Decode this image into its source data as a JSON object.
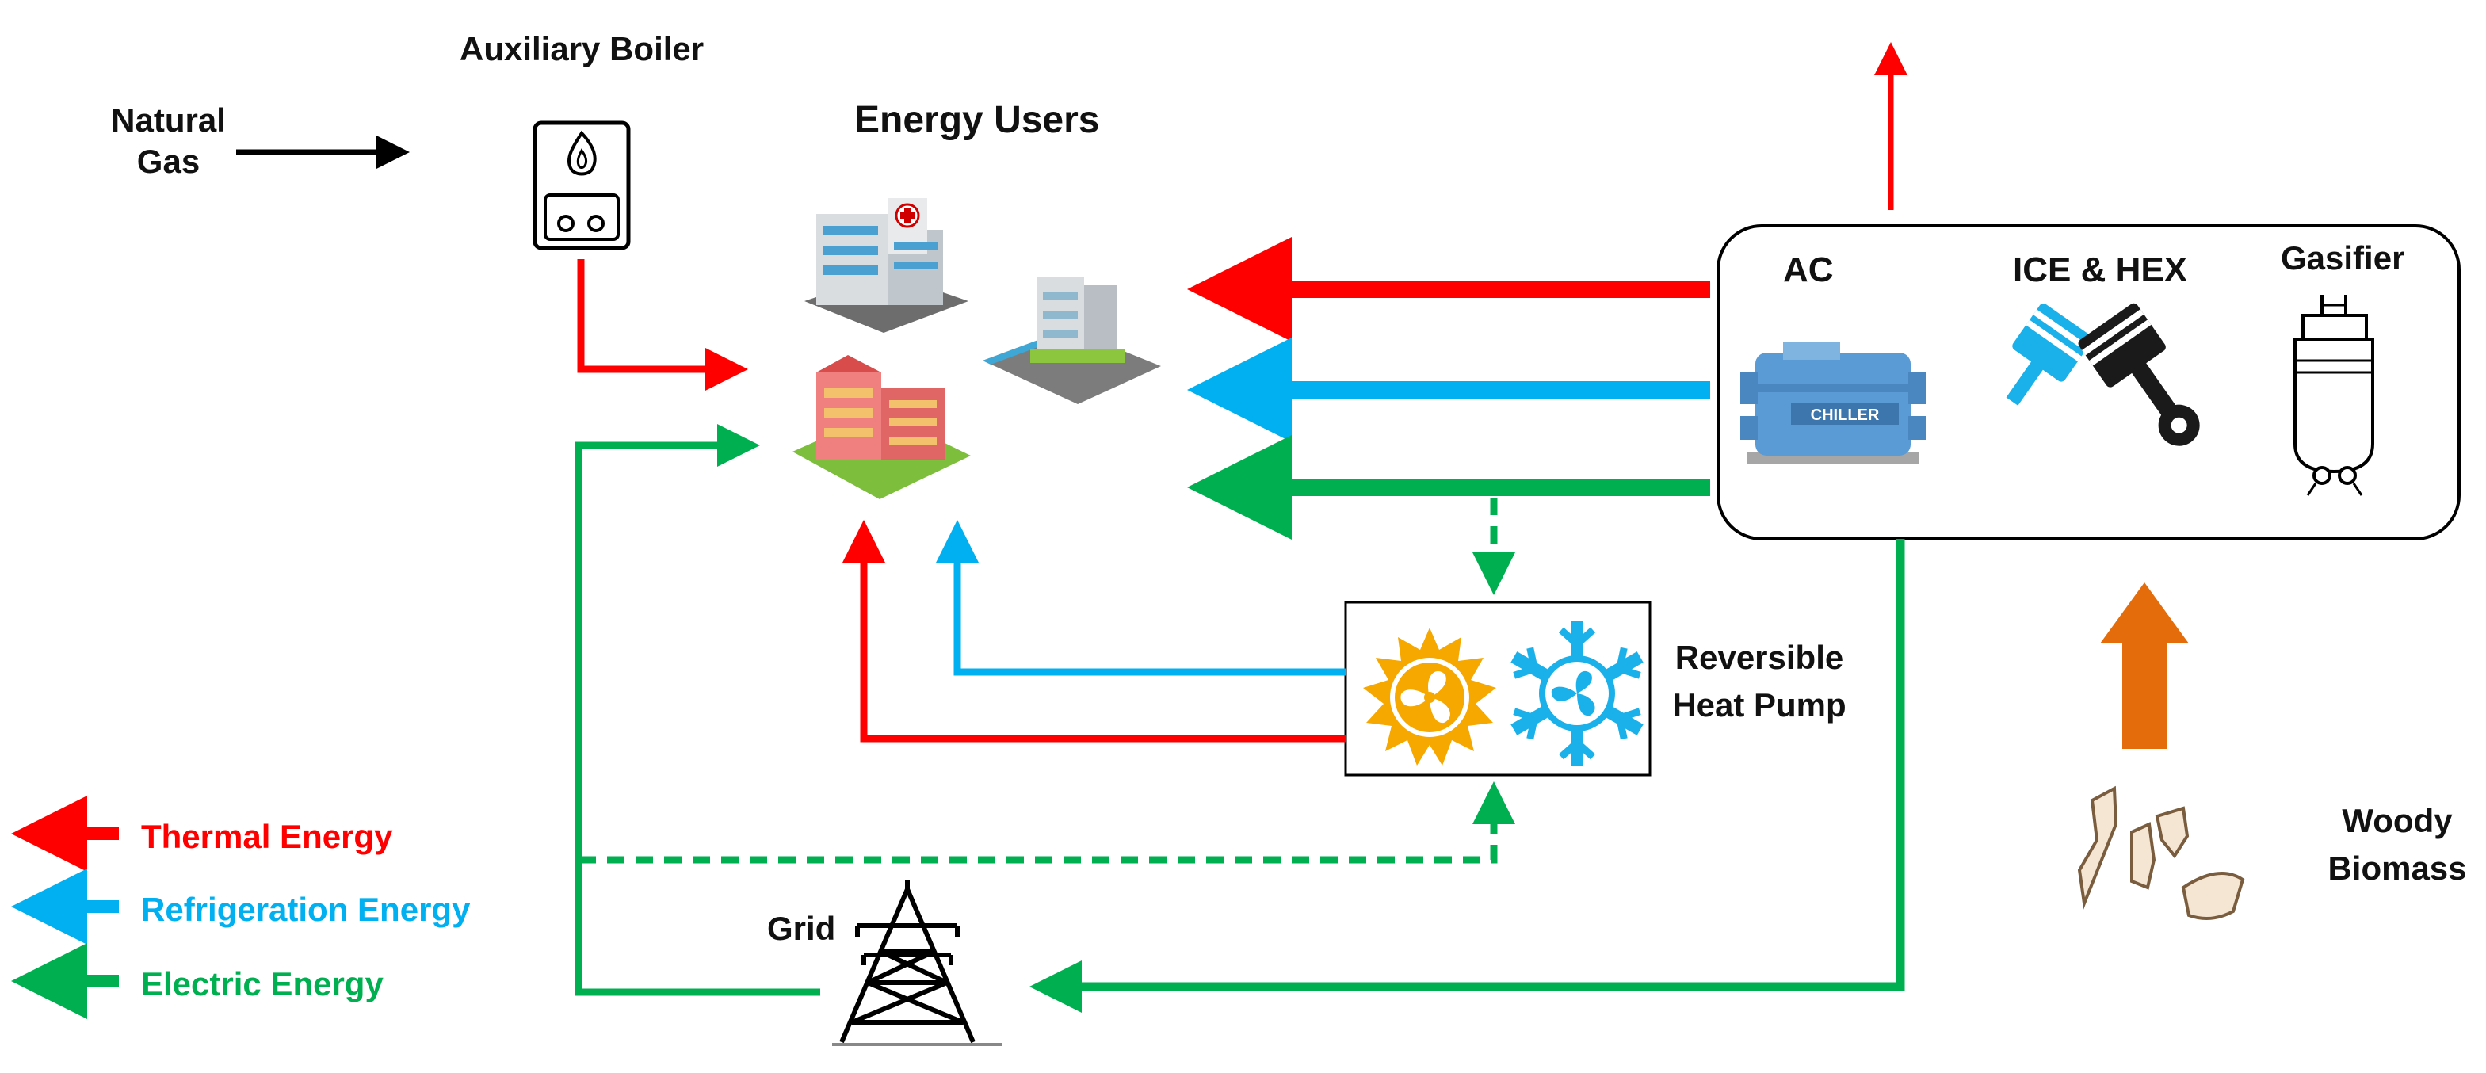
{
  "labels": {
    "auxiliary_boiler": "Auxiliary Boiler",
    "natural_gas_line1": "Natural",
    "natural_gas_line2": "Gas",
    "energy_users": "Energy Users",
    "ac": "AC",
    "ice_hex": "ICE & HEX",
    "gasifier": "Gasifier",
    "chiller": "CHILLER",
    "reversible_line1": "Reversible",
    "reversible_line2": "Heat Pump",
    "woody_line1": "Woody",
    "woody_line2": "Biomass",
    "grid": "Grid"
  },
  "legend": [
    {
      "label": "Thermal Energy",
      "color": "#ff0000"
    },
    {
      "label": "Refrigeration Energy",
      "color": "#00b0f0"
    },
    {
      "label": "Electric Energy",
      "color": "#00b050"
    }
  ],
  "colors": {
    "thermal": "#ff0000",
    "refrigeration": "#00b0f0",
    "electric": "#00b050",
    "biomass_arrow": "#e46c0a",
    "heat_icon": "#f6a800",
    "cold_icon": "#1ab0ea",
    "piston_blue": "#1ab0ea",
    "piston_dark": "#1a1a1a",
    "chiller_body": "#5b9bd5"
  },
  "icons": {
    "boiler": "boiler-icon",
    "buildings": "buildings-icon",
    "chiller": "chiller-icon",
    "engine": "piston-icon",
    "gasifier": "gasifier-icon",
    "heat_pump_heat": "sun-fan-icon",
    "heat_pump_cold": "snowflake-fan-icon",
    "biomass": "wood-chips-icon",
    "grid": "pylon-icon"
  }
}
